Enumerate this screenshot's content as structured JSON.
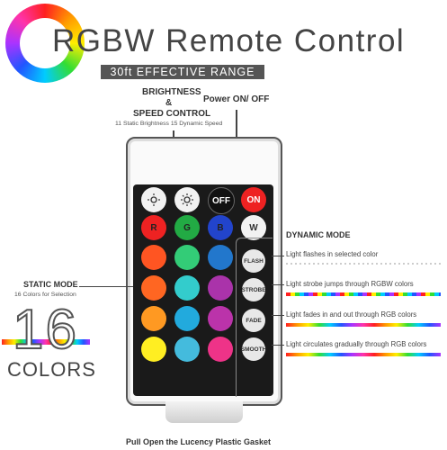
{
  "header": {
    "title": "RGBW Remote Control",
    "range": "30ft EFFECTIVE RANGE"
  },
  "brightness": {
    "line1": "BRIGHTNESS",
    "line2": "&",
    "line3": "SPEED CONTROL",
    "sub": "11 Static Brightness 15 Dynamic Speed"
  },
  "power": {
    "label": "Power ON/ OFF"
  },
  "remote": {
    "top_buttons": [
      "",
      "",
      "OFF",
      "ON"
    ],
    "rgbw": [
      "R",
      "G",
      "B",
      "W"
    ],
    "modes": [
      "FLASH",
      "STROBE",
      "FADE",
      "SMOOTH"
    ],
    "top_colors": [
      "#ffffff",
      "#ffffff",
      "#111111",
      "#ee2222"
    ],
    "rgbw_colors": [
      "#ee2222",
      "#22aa44",
      "#2244cc",
      "#f2f2f2"
    ],
    "grid_colors": [
      [
        "#ff5522",
        "#33cc77",
        "#2277cc"
      ],
      [
        "#ff6622",
        "#33cccc",
        "#aa33aa"
      ],
      [
        "#ff9922",
        "#22aadd",
        "#bb33aa"
      ],
      [
        "#ffee22",
        "#44bbdd",
        "#ee3388"
      ]
    ]
  },
  "dynamic": {
    "heading": "DYNAMIC MODE",
    "items": [
      "Light flashes in selected color",
      "Light strobe jumps through RGBW colors",
      "Light fades in and out through RGB colors",
      "Light circulates gradually through RGB colors"
    ]
  },
  "static": {
    "heading": "STATIC MODE",
    "sub": "16 Colors for Selection",
    "number": "16",
    "word": "COLORS"
  },
  "footer": {
    "gasket": "Pull Open the Lucency Plastic Gasket"
  }
}
